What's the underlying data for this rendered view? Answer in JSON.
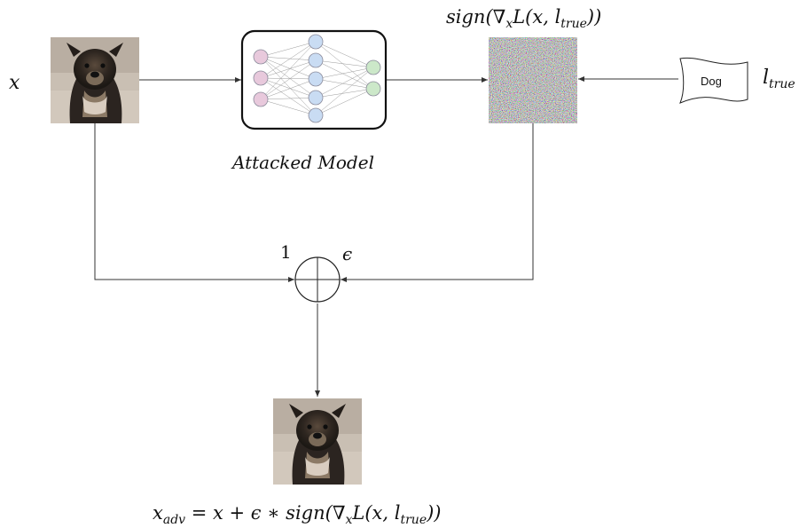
{
  "labels": {
    "input_x": "x",
    "gradient_sign": "sign(∇",
    "gradient_sub_x": "x",
    "gradient_tail": "L(x, l",
    "gradient_sub_true": "true",
    "gradient_close": "))",
    "attacked_model": "Attacked Model",
    "doc_text": "Dog",
    "l_true_main": "l",
    "l_true_sub": "true",
    "weight_one": "1",
    "weight_epsilon": "ϵ",
    "result_x": "x",
    "result_sub_adv": "adv",
    "result_eq": " = x + ϵ ∗ sign(∇",
    "result_sub_x": "x",
    "result_tail": "L(x, l",
    "result_sub_true": "true",
    "result_close": "))"
  },
  "colors": {
    "input_node": "#e8c9dc",
    "hidden_node": "#c9dcf3",
    "output_node": "#cce8c9",
    "node_stroke": "#8a8a9a"
  }
}
